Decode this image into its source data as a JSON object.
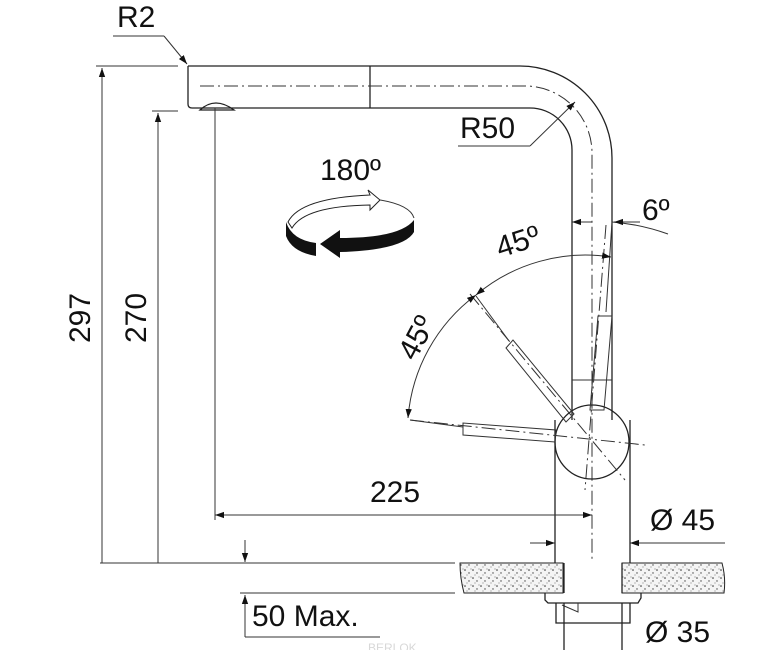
{
  "labels": {
    "r2": "R2",
    "r50": "R50",
    "rotation": "180º",
    "tilt": "6º",
    "angle_upper": "45º",
    "angle_lower": "45º",
    "height_total": "297",
    "height_outlet": "270",
    "reach": "225",
    "base_diameter": "Ø 45",
    "hole_diameter": "Ø 35",
    "counter_thickness": "50 Max."
  },
  "watermark": "BERLOK",
  "colors": {
    "line": "#222222",
    "fill": "#111111"
  }
}
